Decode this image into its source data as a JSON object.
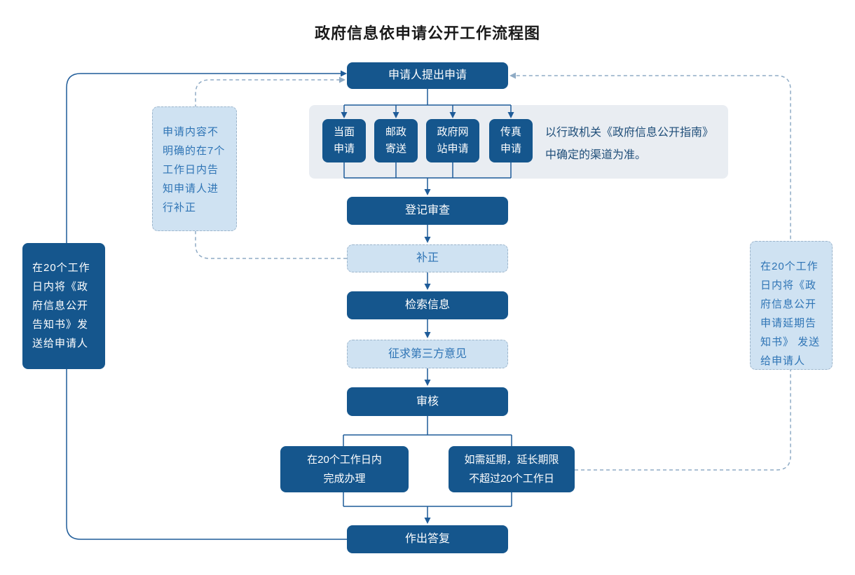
{
  "title": "政府信息依申请公开工作流程图",
  "colors": {
    "dark_box": "#15568D",
    "light_box_fill": "#CFE2F2",
    "light_box_border": "#9DB5CB",
    "light_box_text": "#2E74B5",
    "panel_fill": "#E9EDF2",
    "panel_text": "#1F4E79",
    "solid_line": "#1F5C99",
    "dashed_line": "#8FABC5",
    "title_text": "#1A1A1A",
    "node_text": "#FFFFFF"
  },
  "nodes": {
    "start": "申请人提出申请",
    "channel_1": "当面\n申请",
    "channel_2": "邮政\n寄送",
    "channel_3": "政府网\n站申请",
    "channel_4": "传真\n申请",
    "channel_note": "以行政机关《政府信息公开指南》\n中确定的渠道为准。",
    "register": "登记审查",
    "supplement": "补正",
    "retrieve": "检索信息",
    "third_party": "征求第三方意见",
    "review": "审核",
    "complete": "在20个工作日内\n完成办理",
    "extend": "如需延期，延长期限\n不超过20个工作日",
    "reply": "作出答复",
    "note_left_dark": "在20个工作日内将《政府信息公开告知书》发送给申请人",
    "note_left_light": "申请内容不明确的在7个工作日内告知申请人进行补正",
    "note_right_light": "在20个工作日内将《政府信息公开申请延期告知书》 发送给申请人"
  }
}
